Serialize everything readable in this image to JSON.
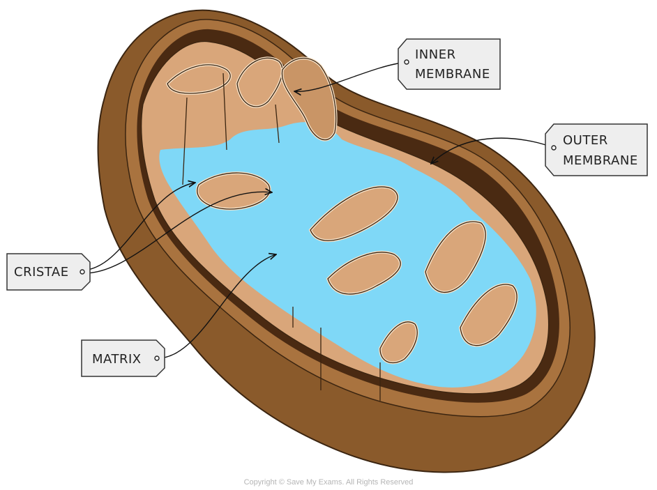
{
  "labels": {
    "inner_membrane": [
      "INNER",
      "MEMBRANE"
    ],
    "outer_membrane": [
      "OUTER",
      "MEMBRANE"
    ],
    "cristae": "CRISTAE",
    "matrix": "MATRIX"
  },
  "copyright": "Copyright © Save My Exams. All Rights Reserved",
  "colors": {
    "outer_shell": "#8a5a2b",
    "inner_tissue": "#d9a67a",
    "matrix": "#7fd8f7",
    "membrane_edge": "#f7e2c8",
    "dark_gap": "#4a2a12",
    "tag_fill": "#eeeeee"
  }
}
